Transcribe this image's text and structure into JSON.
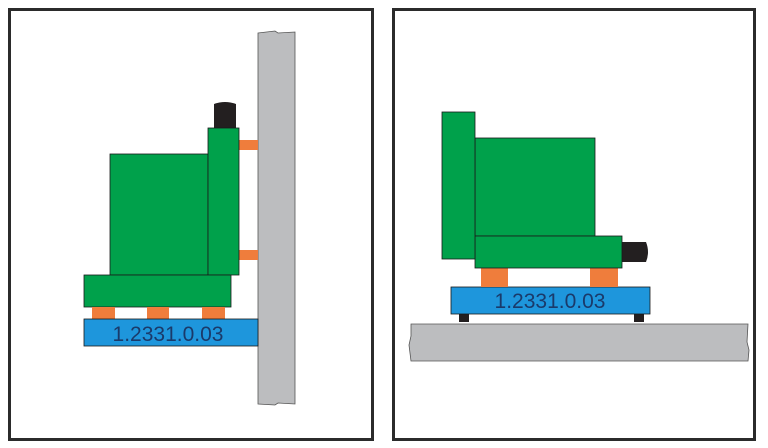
{
  "panels": [
    {
      "title": "wall-mounted",
      "part_label": "1.2331.0.03"
    },
    {
      "title": "floor-mounted",
      "part_label": "1.2331.0.03"
    }
  ],
  "colors": {
    "green": "#00a14b",
    "orange": "#ef7d3c",
    "blue": "#1e96dc",
    "gray": "#bcbdbf",
    "black": "#231f20",
    "frame": "#2b2b2b"
  }
}
